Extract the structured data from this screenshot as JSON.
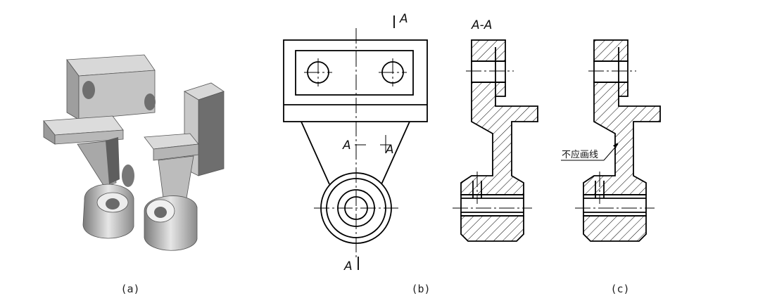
{
  "captions": {
    "a": "(a)",
    "b": "(b)",
    "c": "(c)"
  },
  "labels": {
    "section_title": "A-A",
    "cut_top": "A",
    "cut_bottom": "A",
    "mid_left": "A",
    "mid_right": "A",
    "annotation": "不应画线"
  },
  "colors": {
    "line": "#000000",
    "shade_light": "#d8d8d8",
    "shade_mid": "#a8a8a8",
    "shade_dark": "#6e6e6e"
  }
}
